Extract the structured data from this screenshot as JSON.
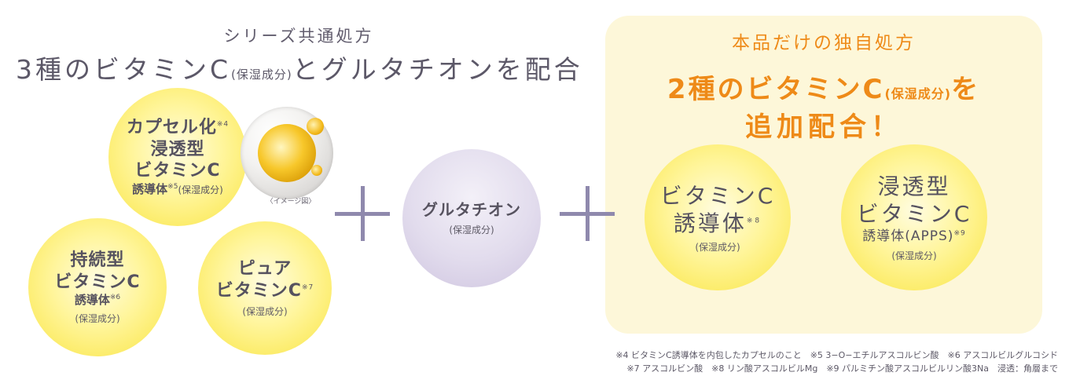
{
  "left": {
    "subtitle": "シリーズ共通処方",
    "headline_a": "3種のビタミンC",
    "headline_b": "(保湿成分)",
    "headline_c": "とグルタチオンを配合"
  },
  "right": {
    "subtitle": "本品だけの独自処方",
    "headline_a": "2種のビタミンC",
    "headline_b": "(保湿成分)",
    "headline_c": "を",
    "headline_d": "追加配合！"
  },
  "circles": {
    "capsule": {
      "line1": "カプセル化",
      "note1": "※4",
      "line2": "浸透型",
      "line3": "ビタミンC",
      "line4": "誘導体",
      "note2": "※5",
      "paren": "(保湿成分)"
    },
    "sustained": {
      "line1": "持続型",
      "line2": "ビタミンC",
      "line3": "誘導体",
      "note": "※6",
      "paren": "(保湿成分)"
    },
    "pure": {
      "line1": "ピュア",
      "line2": "ビタミンC",
      "note": "※7",
      "paren": "(保湿成分)"
    },
    "glutathione": {
      "line1": "グルタチオン",
      "paren": "(保湿成分)"
    },
    "vitc_derivative": {
      "line1": "ビタミンC",
      "line2": "誘導体",
      "note": "※8",
      "paren": "(保湿成分)"
    },
    "apps": {
      "line1": "浸透型",
      "line2": "ビタミンC",
      "line3": "誘導体(APPS)",
      "note": "※9",
      "paren": "(保湿成分)"
    }
  },
  "capsule_image_label": "〈イメージ図〉",
  "footnotes": {
    "line1": "※4 ビタミンC誘導体を内包したカプセルのこと　※5 3−O−エチルアスコルビン酸　※6 アスコルビルグルコシド",
    "line2": "※7 アスコルビン酸　※8 リン酸アスコルビルMg　※9 パルミチン酸アスコルビルリン酸3Na　浸透：角層まで"
  },
  "colors": {
    "accent_orange": "#ee8a18",
    "panel_bg": "#fdf7d9",
    "plus_color": "#8f89ad",
    "text_gray": "#5a5668"
  }
}
